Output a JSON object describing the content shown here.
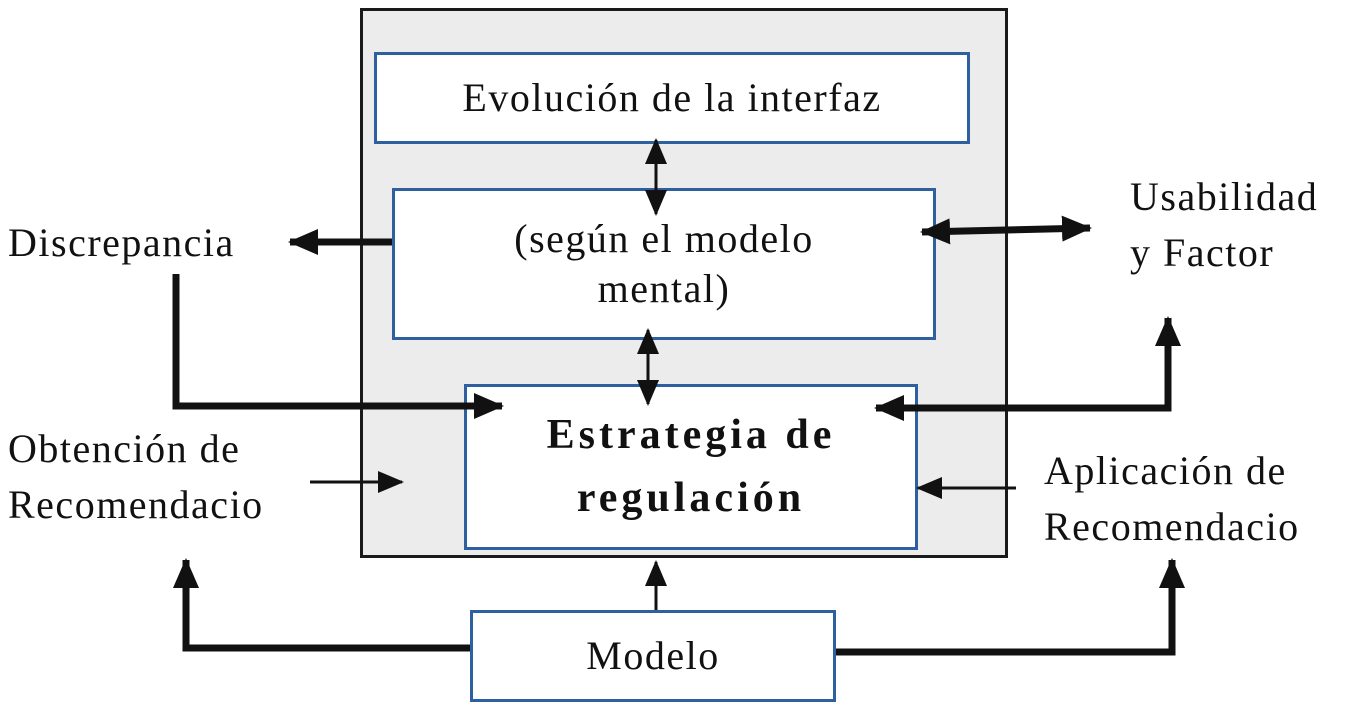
{
  "boxes": {
    "interface": "Evolución de la interfaz",
    "mental": {
      "line1": "(según el modelo",
      "line2": "mental)"
    },
    "strategy": {
      "line1": "Estrategia de",
      "line2": "regulación"
    },
    "model": "Modelo"
  },
  "labels": {
    "discrepancy": "Discrepancia",
    "usability": {
      "line1": "Usabilidad",
      "line2": "y Factor"
    },
    "obtaining": {
      "line1": "Obtención de",
      "line2": "Recomendacio"
    },
    "applying": {
      "line1": "Aplicación de",
      "line2": "Recomendacio"
    }
  },
  "colors": {
    "box_border": "#2e5f9f",
    "outer_fill": "#ececec",
    "outer_border": "#1a1a1a",
    "arrow": "#111111"
  }
}
